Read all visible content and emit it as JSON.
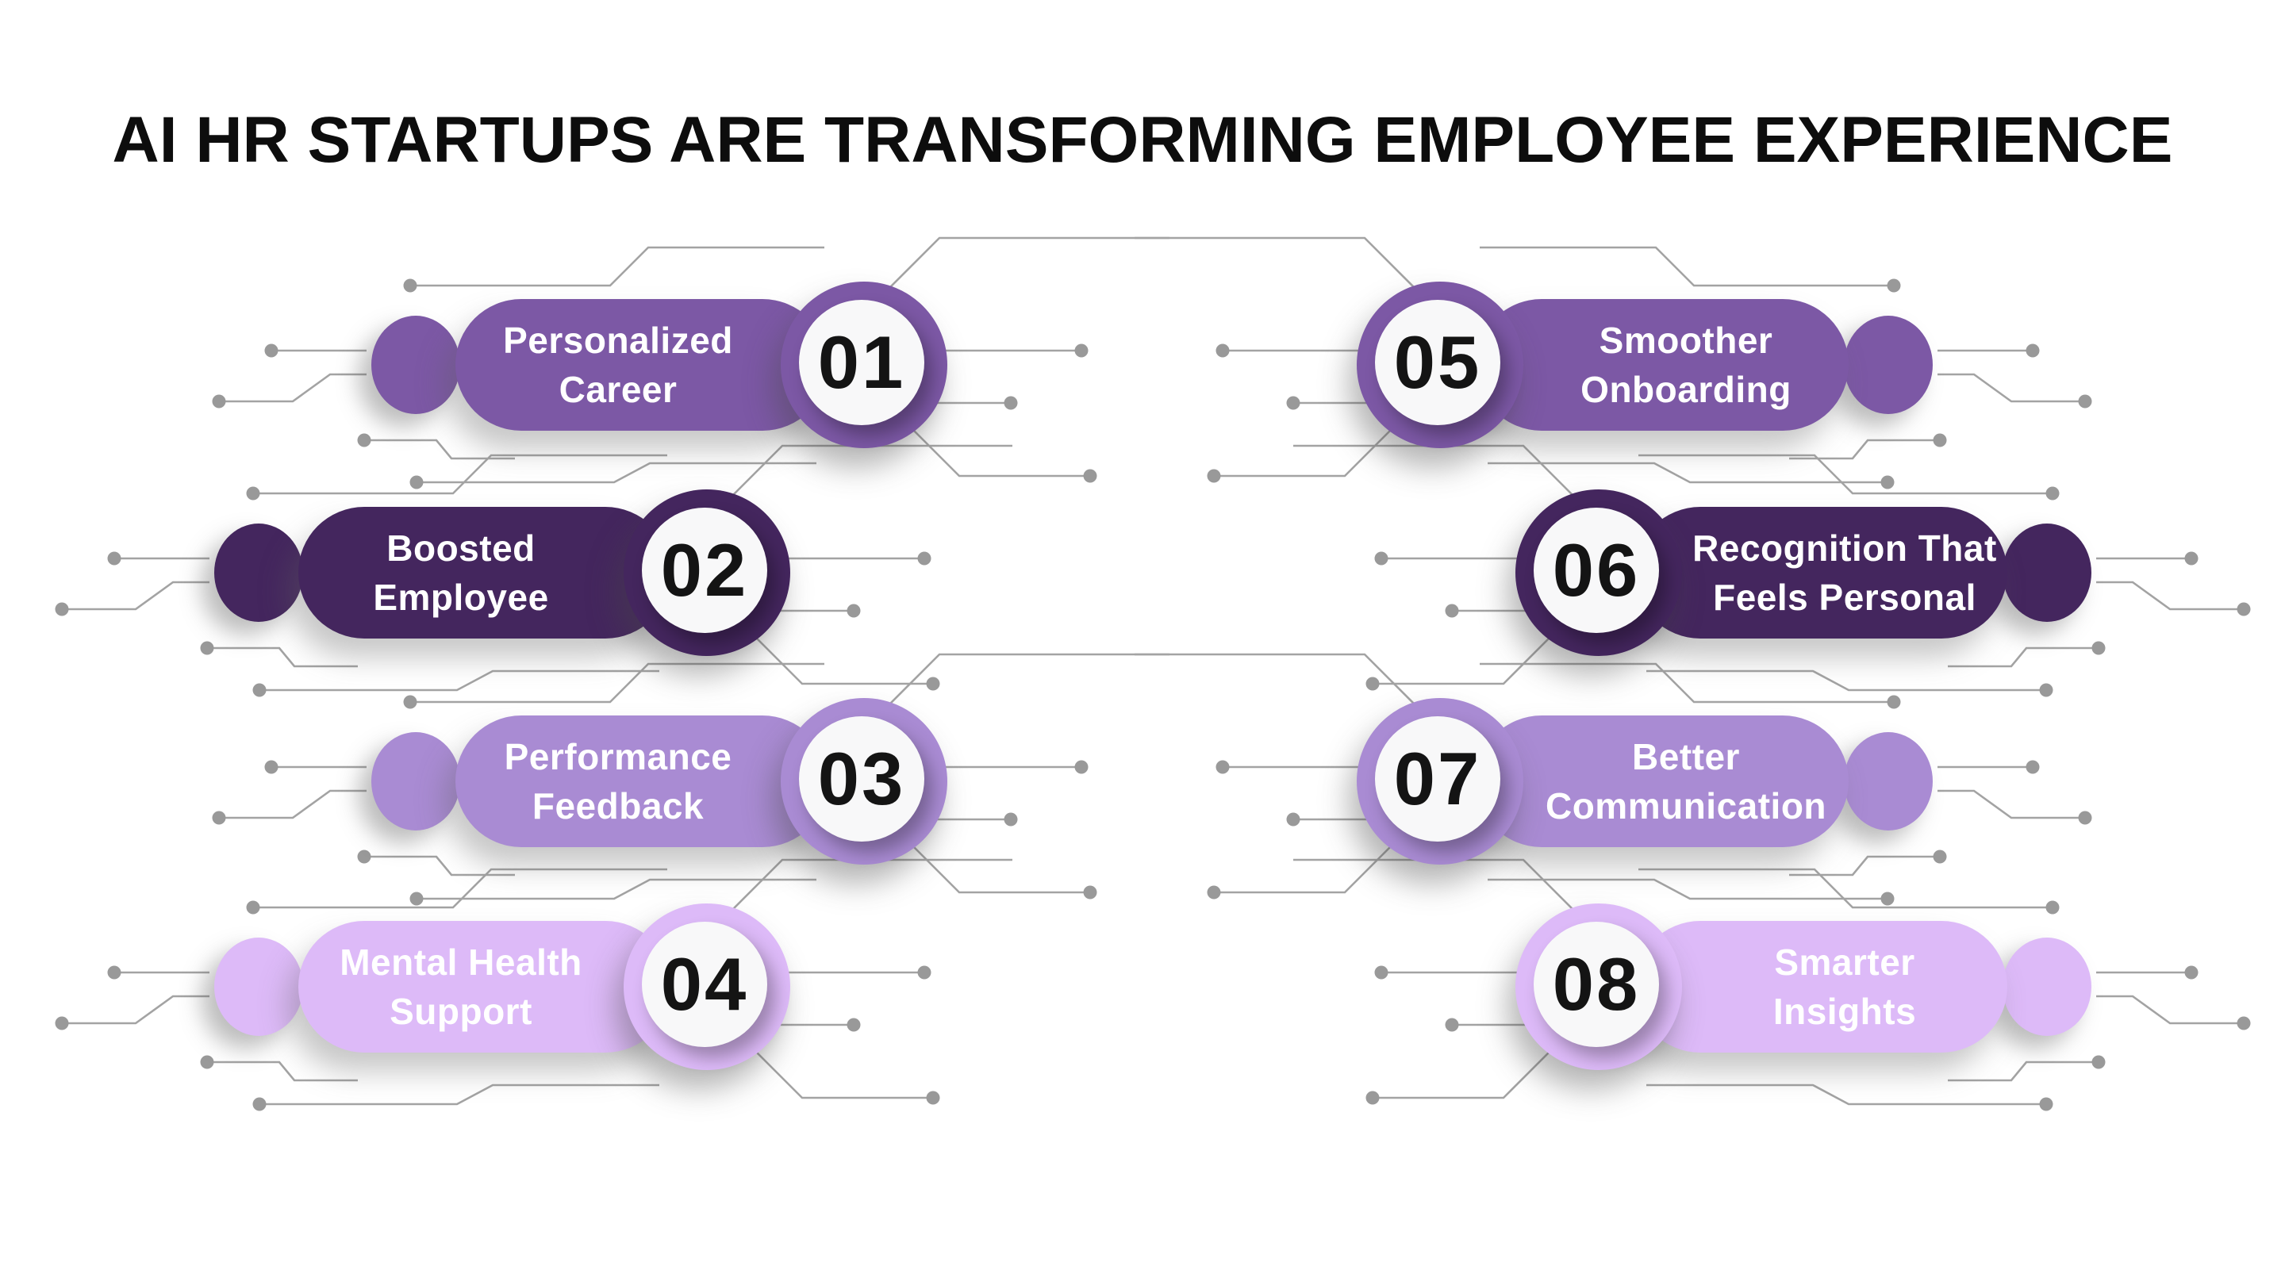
{
  "title": "AI HR STARTUPS ARE TRANSFORMING EMPLOYEE EXPERIENCE",
  "items": [
    {
      "number": "01",
      "label": "Personalized\nCareer",
      "color": "#7C58A5"
    },
    {
      "number": "02",
      "label": "Boosted\nEmployee",
      "color": "#44265E"
    },
    {
      "number": "03",
      "label": "Performance\nFeedback",
      "color": "#A98BD3"
    },
    {
      "number": "04",
      "label": "Mental Health\nSupport",
      "color": "#DDBAF8"
    },
    {
      "number": "05",
      "label": "Smoother\nOnboarding",
      "color": "#7C58A5"
    },
    {
      "number": "06",
      "label": "Recognition That\nFeels Personal",
      "color": "#44265E"
    },
    {
      "number": "07",
      "label": "Better\nCommunication",
      "color": "#A98BD3"
    },
    {
      "number": "08",
      "label": "Smarter\nInsights",
      "color": "#DDBAF8"
    }
  ],
  "colors": {
    "background": "#ffffff",
    "title_text": "#0d0d0d",
    "pill_text": "#ffffff",
    "badge_inner": "#f8f8f9",
    "badge_number": "#141414",
    "trace_line": "#a3a3a3",
    "trace_dot": "#999999"
  }
}
